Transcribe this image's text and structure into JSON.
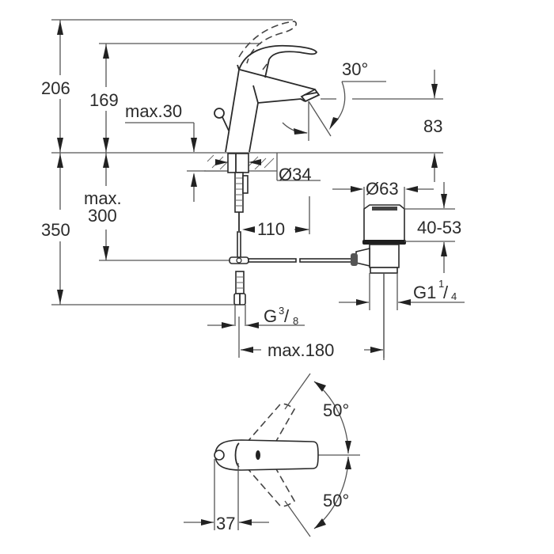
{
  "drawing": {
    "type": "faucet-dimension-drawing",
    "units": "mm",
    "colors": {
      "line": "#2a2a2a",
      "dimension": "#555555",
      "background": "#ffffff"
    }
  },
  "dimensions": {
    "total_height": "206",
    "lever_height": "169",
    "max_deck_thickness": "max.30",
    "spout_angle": "30°",
    "spout_height": "83",
    "mounting_hole": "Ø34",
    "below_deck_max_label": "max.",
    "below_deck_max_value": "300",
    "below_deck_total": "350",
    "hose_offset": "110",
    "popup_diameter": "Ø63",
    "popup_height": "40-53",
    "waste_thread_main": "G1",
    "waste_thread_num": "1",
    "waste_thread_den": "4",
    "supply_thread_main": "G",
    "supply_thread_num": "3",
    "supply_thread_den": "8",
    "max_spacing": "max.180",
    "swivel_angle_left": "50°",
    "swivel_angle_right": "50°",
    "lever_offset": "37"
  }
}
